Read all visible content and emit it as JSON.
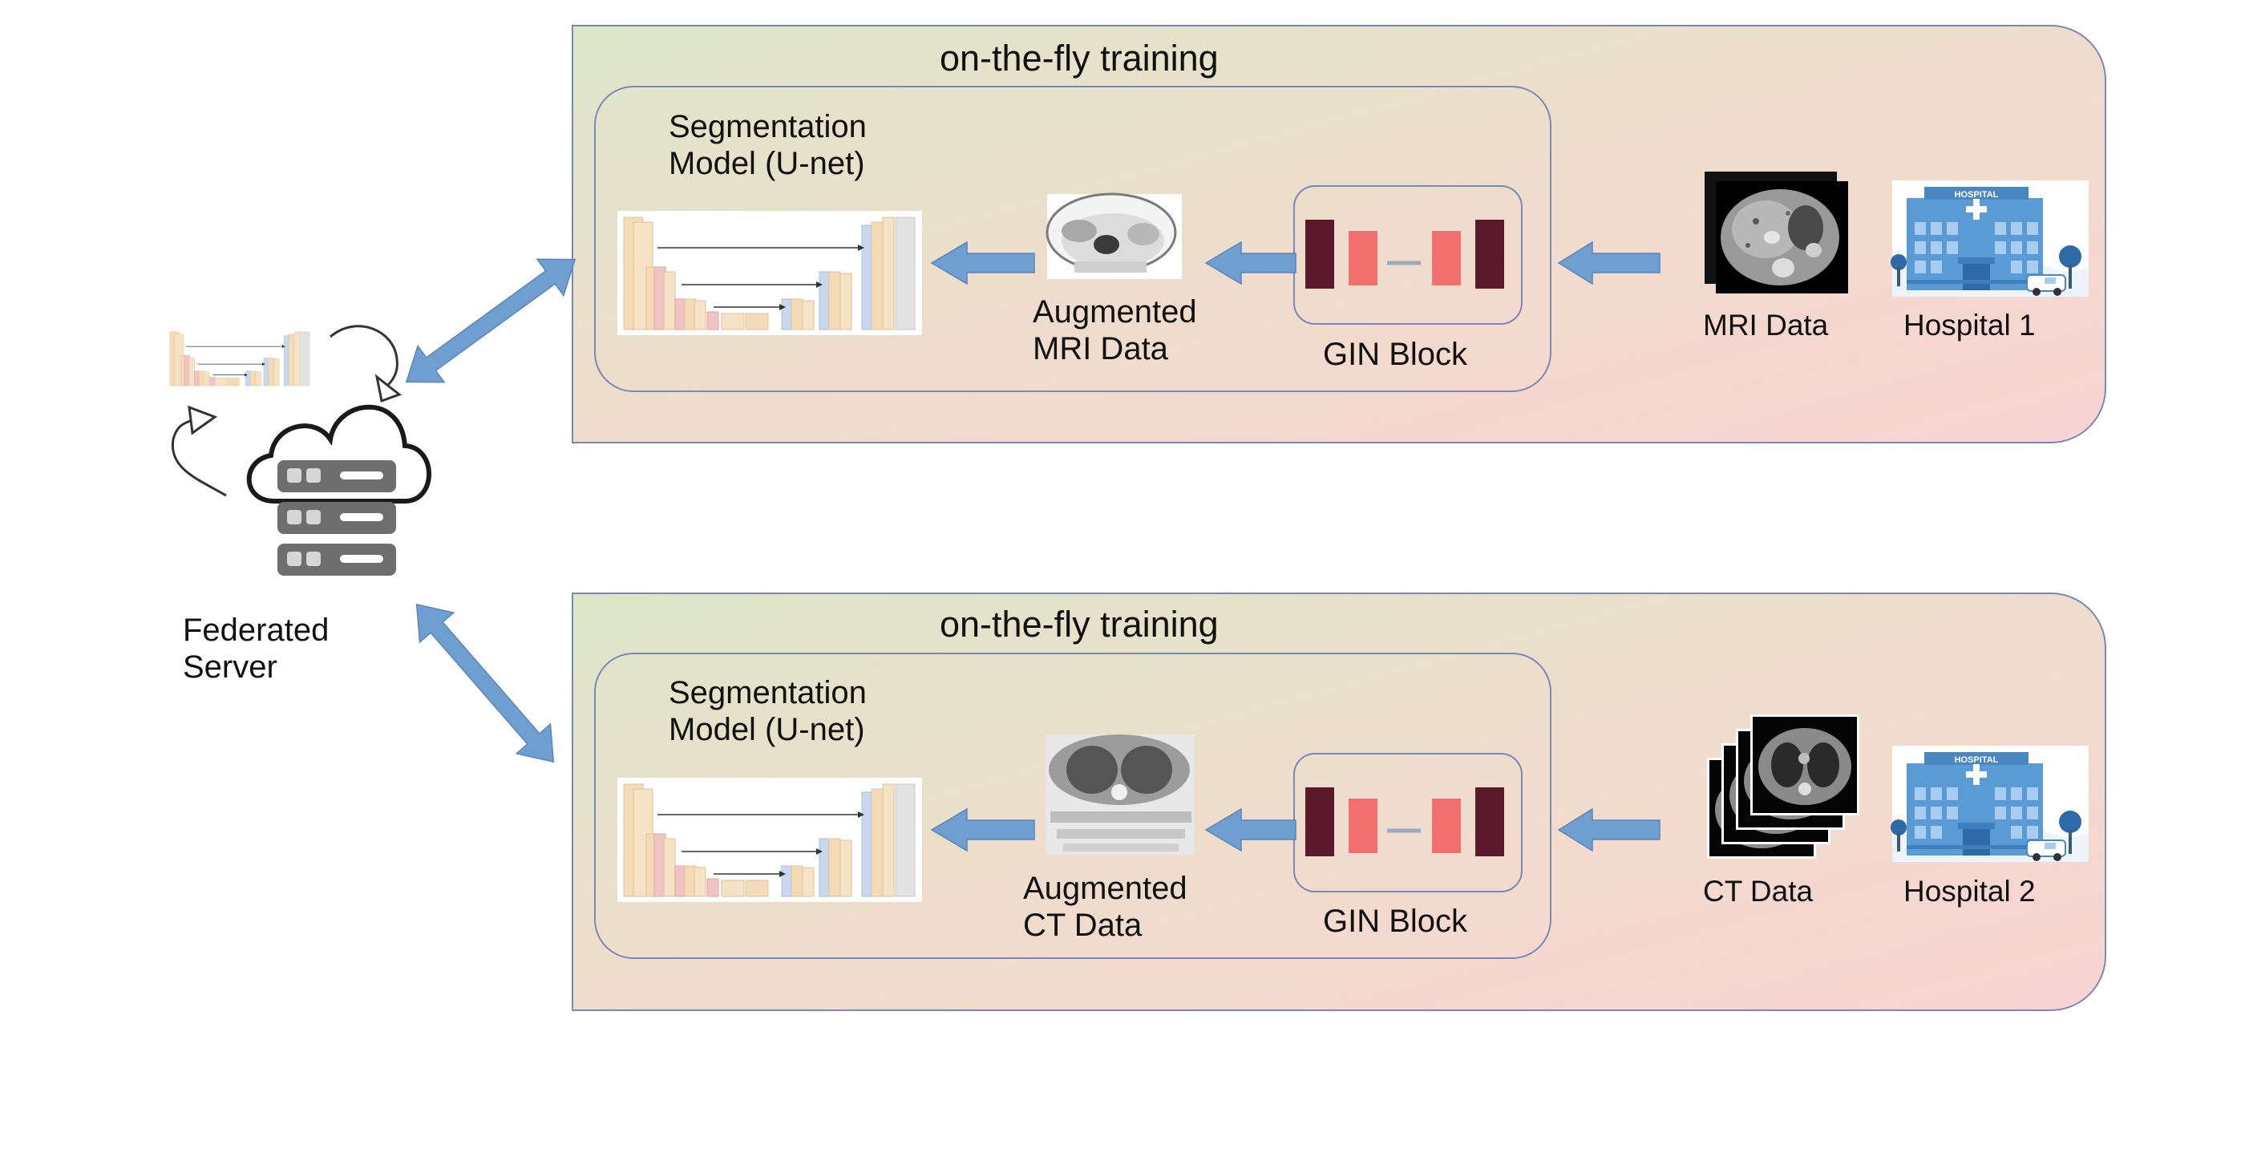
{
  "server": {
    "label_line1": "Federated",
    "label_line2": "Server"
  },
  "pipelines": [
    {
      "title": "on-the-fly training",
      "model_line1": "Segmentation",
      "model_line2": "Model (U-net)",
      "augmented_line1": "Augmented",
      "augmented_line2": "MRI Data",
      "gin_label": "GIN Block",
      "data_label": "MRI Data",
      "hospital_label": "Hospital 1",
      "hospital_sign": "HOSPITAL"
    },
    {
      "title": "on-the-fly training",
      "model_line1": "Segmentation",
      "model_line2": "Model (U-net)",
      "augmented_line1": "Augmented",
      "augmented_line2": "CT Data",
      "gin_label": "GIN Block",
      "data_label": "CT Data",
      "hospital_label": "Hospital 2",
      "hospital_sign": "HOSPITAL"
    }
  ],
  "colors": {
    "arrow": "#6f9ed0",
    "panel_left": "#dde6c8",
    "panel_right": "#f8d6d4",
    "panel_border": "#7a88b8",
    "gin_dark": "#5a1a2c",
    "gin_light": "#f07070",
    "server_gray": "#6e6e6e",
    "hospital_blue": "#5b9bd5"
  }
}
